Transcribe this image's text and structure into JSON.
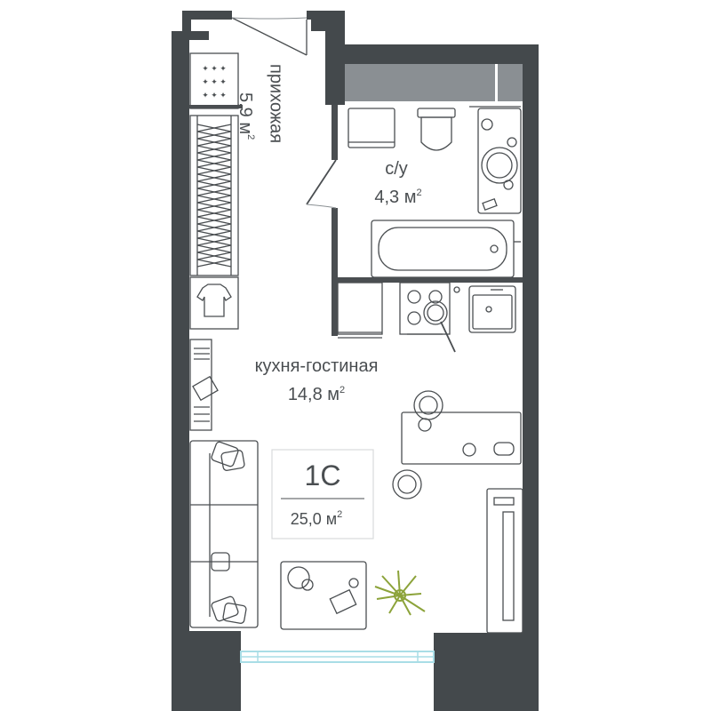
{
  "colors": {
    "wall": "#4a4e51",
    "window_frame": "#a9dde6",
    "plant": "#8ca33a"
  },
  "rooms": {
    "hallway": {
      "name": "прихожая",
      "area": "5,9 м",
      "unit_sup": "2"
    },
    "bathroom": {
      "name": "с/у",
      "area": "4,3 м",
      "unit_sup": "2"
    },
    "living": {
      "name": "кухня-гостиная",
      "area": "14,8 м",
      "unit_sup": "2"
    }
  },
  "summary": {
    "type": "1С",
    "total_area": "25,0 м",
    "unit_sup": "2"
  }
}
